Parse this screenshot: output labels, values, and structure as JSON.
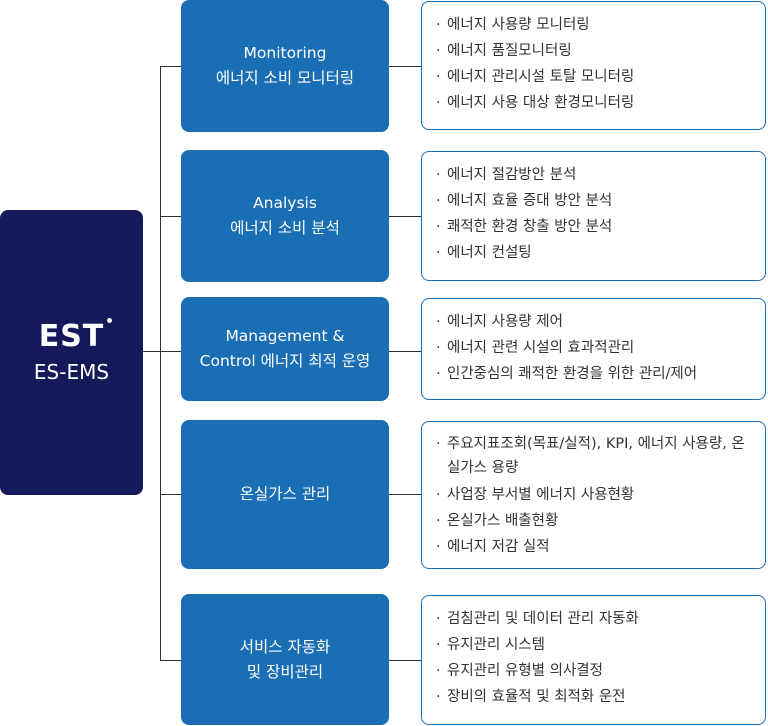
{
  "root": {
    "logo": "EST",
    "subtitle": "ES-EMS"
  },
  "bullet": "·",
  "categories": [
    {
      "title_line1": "Monitoring",
      "title_line2": "에너지 소비 모니터링",
      "items": [
        "에너지 사용량 모니터링",
        "에너지 품질모니터링",
        "에너지 관리시설 토탈 모니터링",
        "에너지 사용 대상 환경모니터링"
      ]
    },
    {
      "title_line1": "Analysis",
      "title_line2": "에너지 소비 분석",
      "items": [
        "에너지 절감방안 분석",
        "에너지 효율 증대 방안 분석",
        "쾌적한 환경 창출 방안 분석",
        "에너지 컨설팅"
      ]
    },
    {
      "title_line1": "Management &",
      "title_line2": "Control 에너지 최적 운영",
      "items": [
        "에너지 사용량 제어",
        "에너지 관련 시설의 효과적관리",
        "인간중심의 쾌적한 환경을 위한 관리/제어"
      ]
    },
    {
      "title_line1": "온실가스 관리",
      "items": [
        "주요지표조회(목표/실적), KPI, 에너지 사용량, 온실가스 용량",
        "사업장 부서별 에너지 사용현황",
        "온실가스 배출현황",
        "에너지 저감 실적"
      ]
    },
    {
      "title_line1": "서비스 자동화",
      "title_line2": "및 장비관리",
      "items": [
        "검침관리 및 데이터 관리 자동화",
        "유지관리 시스템",
        "유지관리 유형별 의사결정",
        "장비의 효율적 및 최적화 운전"
      ]
    }
  ]
}
